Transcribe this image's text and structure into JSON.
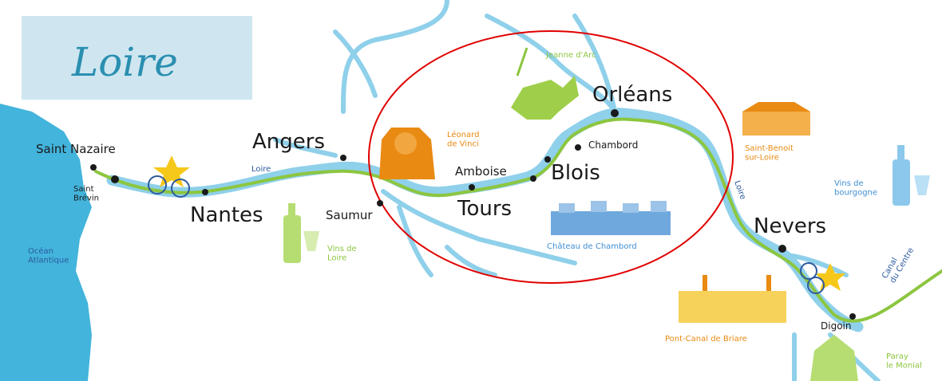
{
  "title": "Loire",
  "colors": {
    "ocean": "#43b4dc",
    "river": "#8fd0ea",
    "route": "#8cc63f",
    "highlight_circle": "#e00000",
    "title_box": "#cfe6f0",
    "title_text": "#2a8fb0"
  },
  "places": {
    "saint_nazaire": "Saint Nazaire",
    "saint_brevin": "Saint\nBrévin",
    "nantes": "Nantes",
    "angers": "Angers",
    "saumur": "Saumur",
    "tours": "Tours",
    "amboise": "Amboise",
    "blois": "Blois",
    "chambord": "Chambord",
    "orleans": "Orléans",
    "nevers": "Nevers",
    "digoin": "Digoin"
  },
  "annotations": {
    "ocean": "Océan\nAtlantique",
    "river_loire_west": "Loire",
    "river_loire_east": "Loire",
    "canal": "Canal\ndu Centre",
    "leonard": "Léonard\nde Vinci",
    "jeanne": "Jeanne d'Arc",
    "chateau": "Château de Chambord",
    "vins_loire": "Vins de\nLoire",
    "vins_bourgogne": "Vins de\nbourgogne",
    "saint_benoit": "Saint-Benoit\nsur-Loire",
    "pont_canal": "Pont-Canal de Briare",
    "paray": "Paray\nle Monial"
  }
}
